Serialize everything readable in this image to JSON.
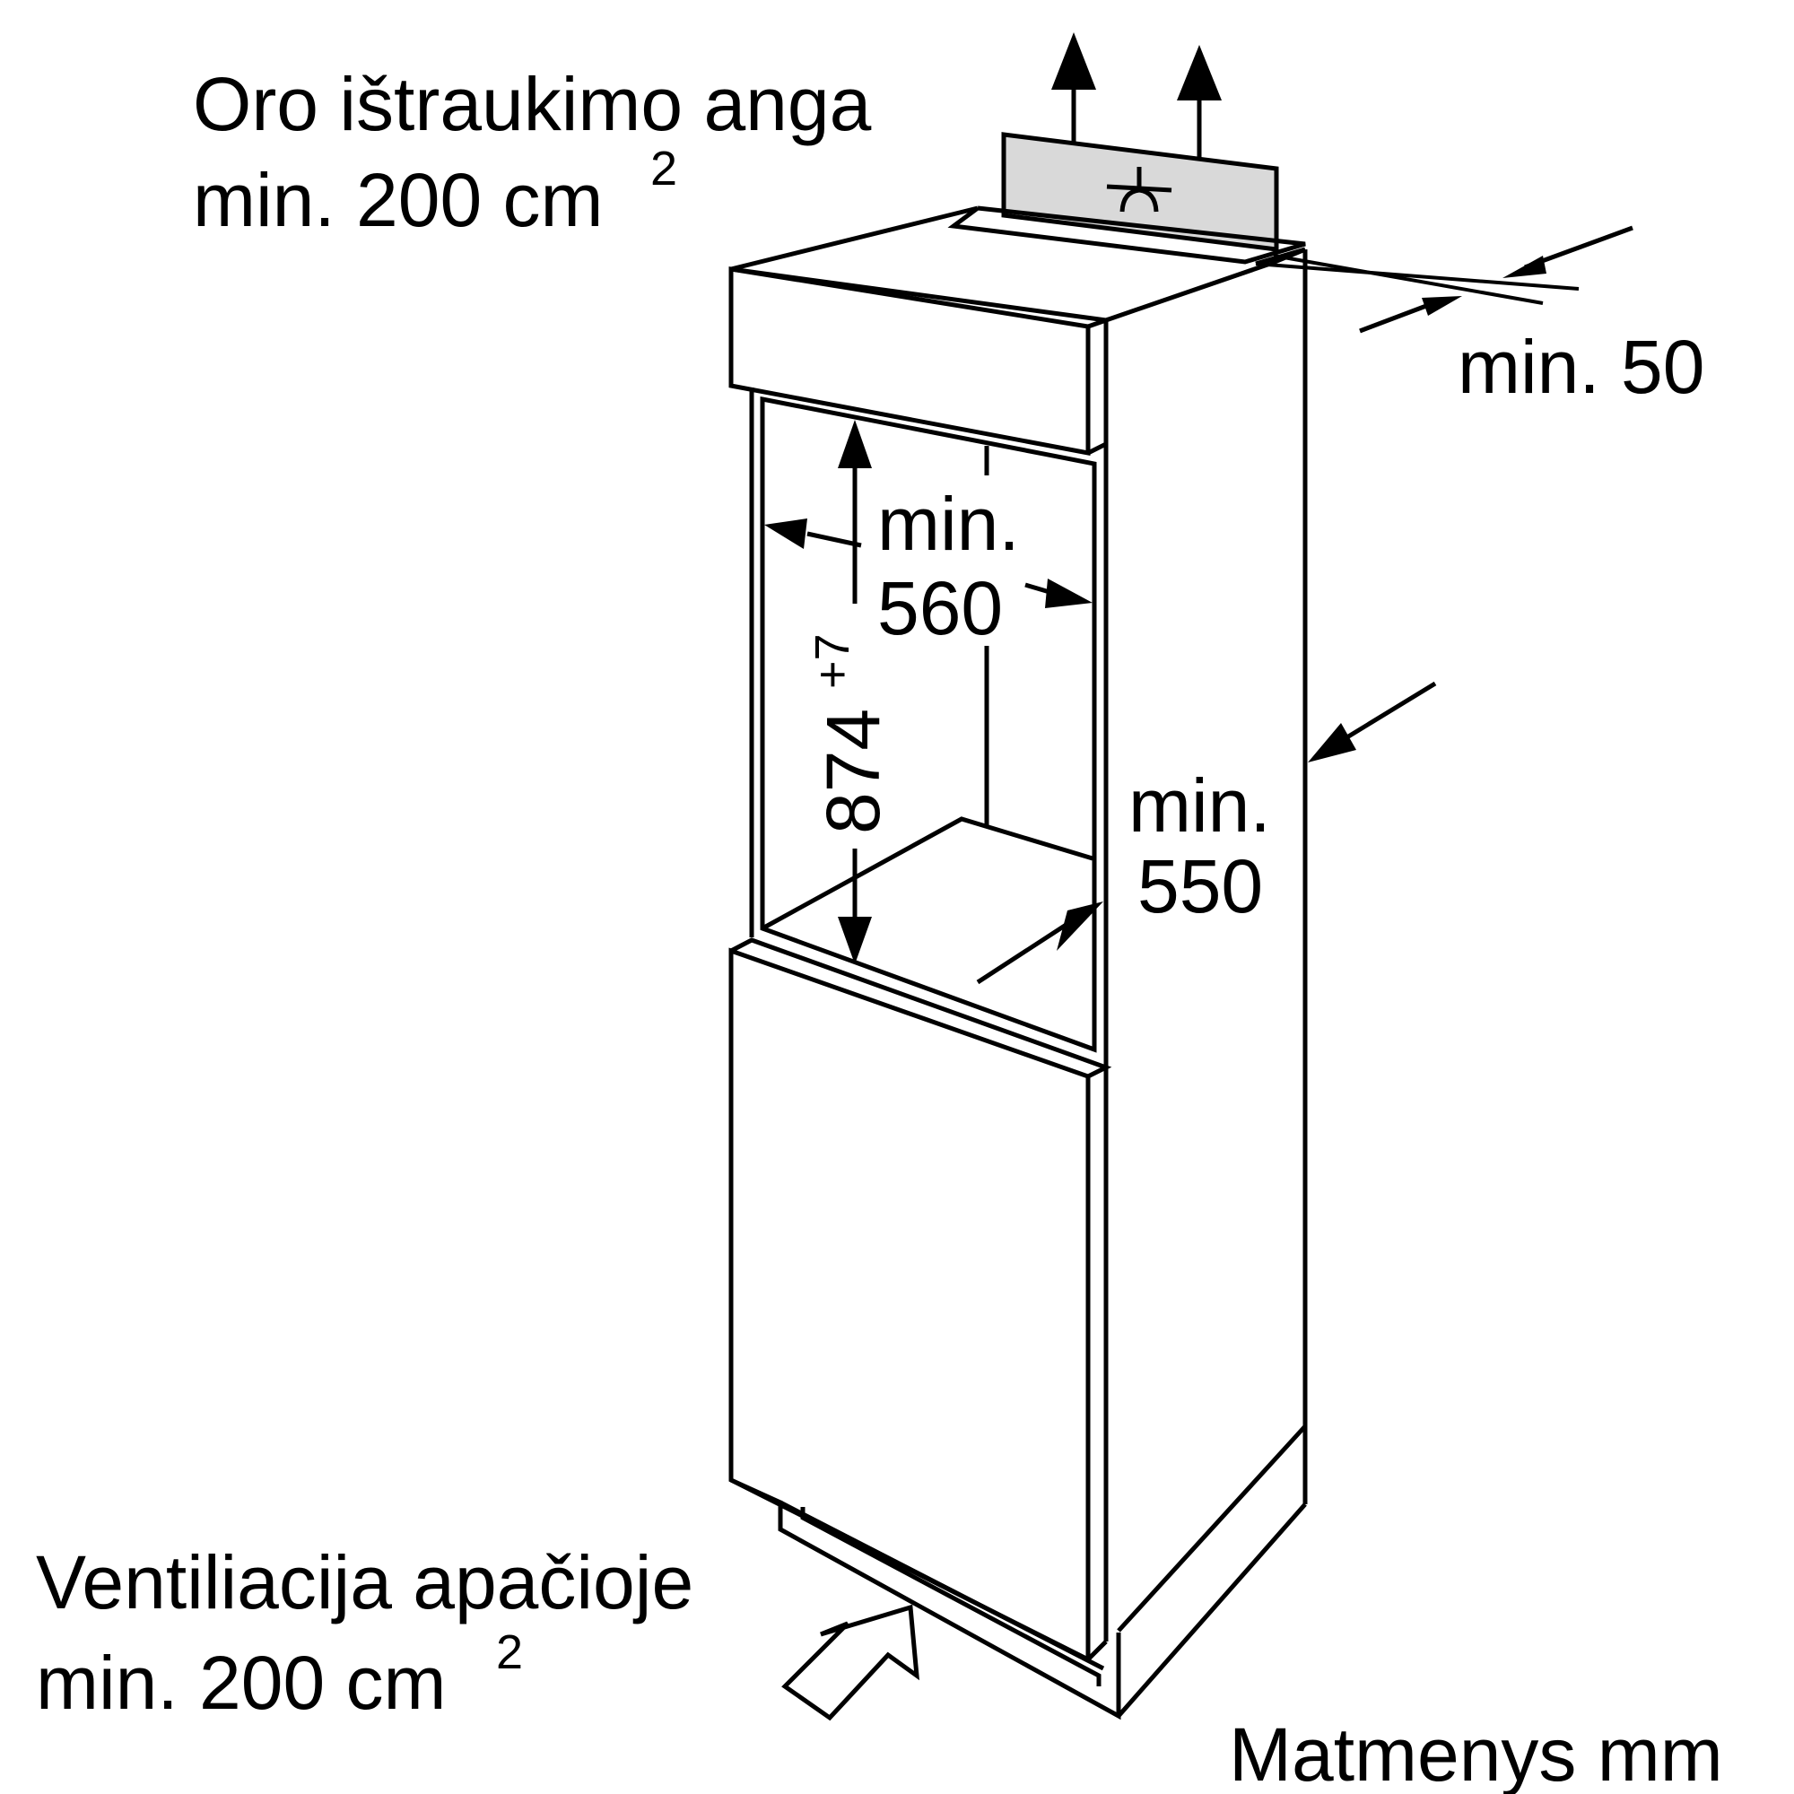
{
  "labels": {
    "exhaust_line1": "Oro ištraukimo anga",
    "exhaust_line2": "min. 200 cm",
    "exhaust_sup": "2",
    "gap_top": "min. 50",
    "width_line1": "min.",
    "width_line2": "560",
    "height_value": "874",
    "height_tolerance": "+7",
    "depth_line1": "min.",
    "depth_line2": "550",
    "vent_line1": "Ventiliacija apačioje",
    "vent_line2": "min. 200 cm",
    "vent_sup": "2",
    "units": "Matmenys mm"
  },
  "colors": {
    "line": "#000000",
    "vent_panel": "#d9d9d9",
    "background": "#ffffff"
  }
}
